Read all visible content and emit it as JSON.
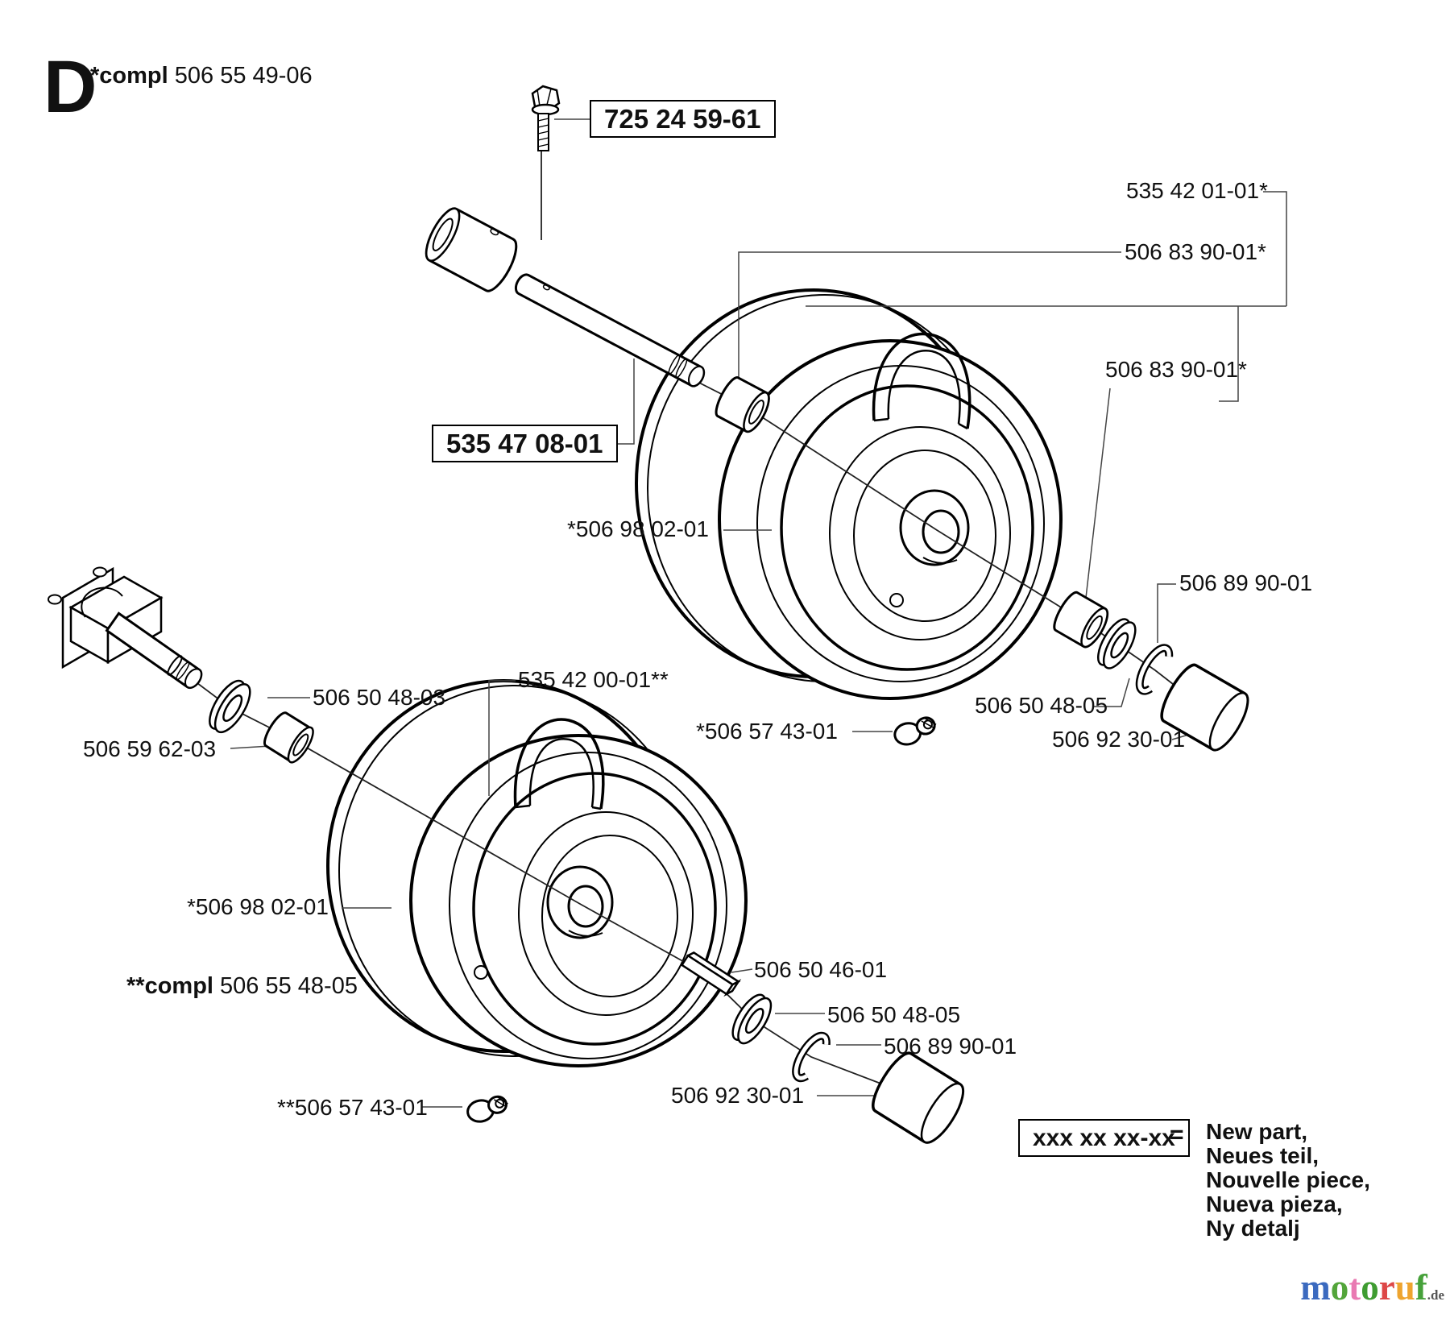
{
  "section_letter": "D",
  "header": {
    "compl_prefix": "*compl",
    "compl_number": "506 55 49-06"
  },
  "boxed": {
    "bolt": "725 24 59-61",
    "axle_tube": "535 47 08-01",
    "legend": "xxx xx xx-xx"
  },
  "labels": {
    "wheel_assembly_upper": "535 42 01-01*",
    "bushing_inner_upper": "506 83 90-01*",
    "bushing_outer_upper": "506 83 90-01*",
    "tire_upper": "*506 98 02-01",
    "retainer_clip_upper": "506 89 90-01",
    "washer_upper": "506 50 48-05",
    "hub_cap_upper": "506 92 30-01",
    "cable_clamp_upper": "*506 57 43-01",
    "washer_axle": "506 50 48-03",
    "bushing_axle": "506 59 62-03",
    "wheel_assembly_lower": "535 42 00-01**",
    "tire_lower": "*506 98 02-01",
    "compl_lower_prefix": "**compl",
    "compl_lower_number": "506 55 48-05",
    "key_lower": "506 50 46-01",
    "washer_lower": "506 50 48-05",
    "retainer_clip_lower": "506 89 90-01",
    "hub_cap_lower": "506 92 30-01",
    "cable_clamp_lower": "**506 57 43-01"
  },
  "legend": {
    "equals": "=",
    "meanings": [
      "New part,",
      "Neues teil,",
      "Nouvelle piece,",
      "Nueva pieza,",
      "Ny detalj"
    ]
  },
  "watermark": {
    "letters": [
      {
        "ch": "m",
        "style": "color:#3b6abf"
      },
      {
        "ch": "o",
        "style": "color:#53a53a"
      },
      {
        "ch": "t",
        "style": "color:#e97ab2"
      },
      {
        "ch": "o",
        "style": "color:#3f9c31"
      },
      {
        "ch": "r",
        "style": "color:#dd4747"
      },
      {
        "ch": "u",
        "style": "color:#eea42f"
      },
      {
        "ch": "f",
        "style": "color:#46a13a"
      }
    ],
    "suffix": ".de"
  }
}
